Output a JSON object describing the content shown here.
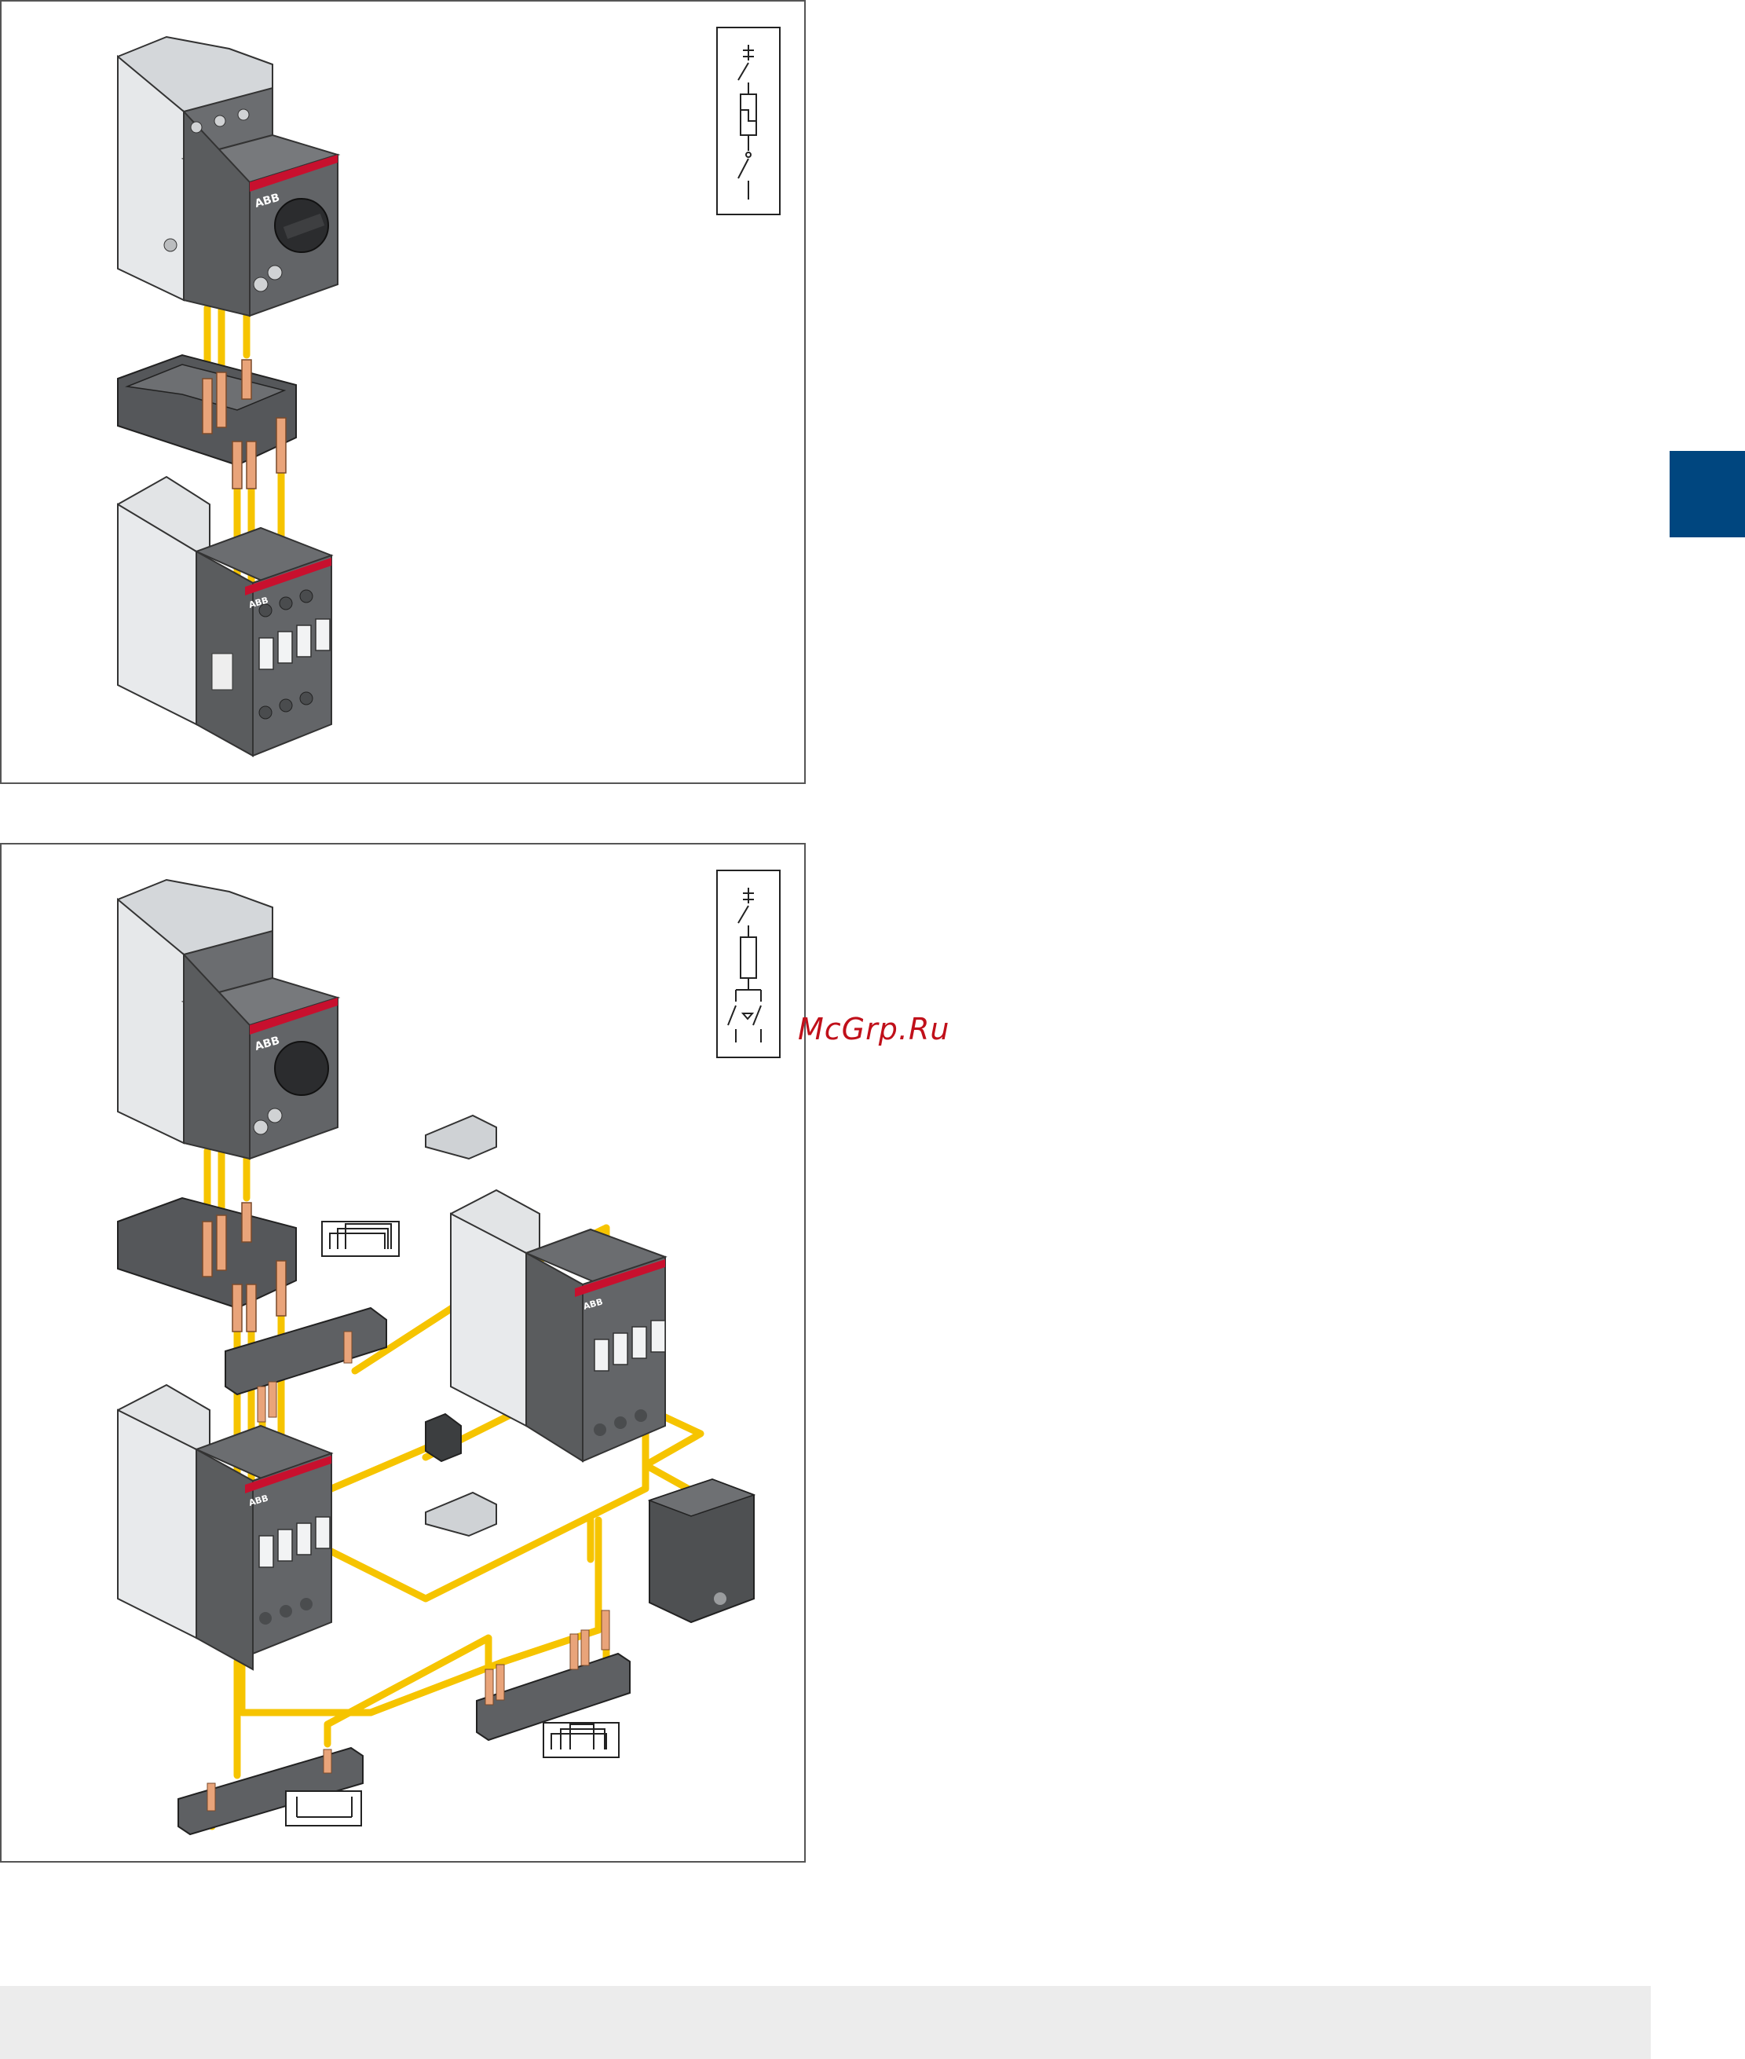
{
  "brand": {
    "logo_text": "ABB"
  },
  "watermark": "McGrp.Ru",
  "colors": {
    "tab_blue": "#00467f",
    "wire_yellow": "#f6c400",
    "brand_red": "#c8102e",
    "device_dark": "#5a5c5e",
    "device_light": "#d9dcdf",
    "footer_grey": "#ececec"
  },
  "panels": [
    {
      "kind": "manual-motor-starter-with-contactor",
      "components": [
        "motor-starter",
        "connection-link",
        "contactor"
      ],
      "symbol_icon": "disconnector-thermal-magnetic-switch-symbol"
    },
    {
      "kind": "reversing-combination",
      "components": [
        "motor-starter",
        "connection-link",
        "contactor-left",
        "contactor-right",
        "interlock-clip-top",
        "interlock-clip-bottom",
        "mechanical-interlock",
        "reversing-link-top",
        "reversing-link-bottom",
        "phase-link-left",
        "auxiliary-block"
      ],
      "symbol_icon": "reversing-starter-symbol"
    }
  ]
}
